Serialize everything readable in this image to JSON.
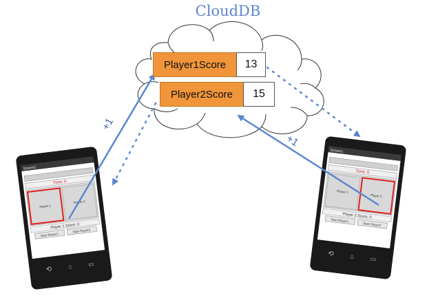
{
  "diagram": {
    "title": "CloudDB",
    "entries": [
      {
        "key": "Player1Score",
        "value": "13"
      },
      {
        "key": "Player2Score",
        "value": "15"
      }
    ],
    "arrow_labels": {
      "left": "+1",
      "right": "+1"
    }
  },
  "phones": {
    "left": {
      "title_bar": "Screen1",
      "timer_label": "Time: 0",
      "player1_label": "Player 1",
      "player2_label": "Player 2",
      "score_label": "Player 1 Score: 0",
      "start1_button": "Start Player1",
      "start2_button": "Start Player2"
    },
    "right": {
      "title_bar": "Screen1",
      "timer_label": "Time: 0",
      "player1_label": "Player 1",
      "player2_label": "Player 2",
      "score_label": "Player 2 Score: 0",
      "start1_button": "Start Player1",
      "start2_button": "Start Player2"
    }
  },
  "colors": {
    "cloud_title": "#5b86d0",
    "key_fill": "#f0953a",
    "arrow": "#5b86d0",
    "highlight": "#e02020"
  }
}
